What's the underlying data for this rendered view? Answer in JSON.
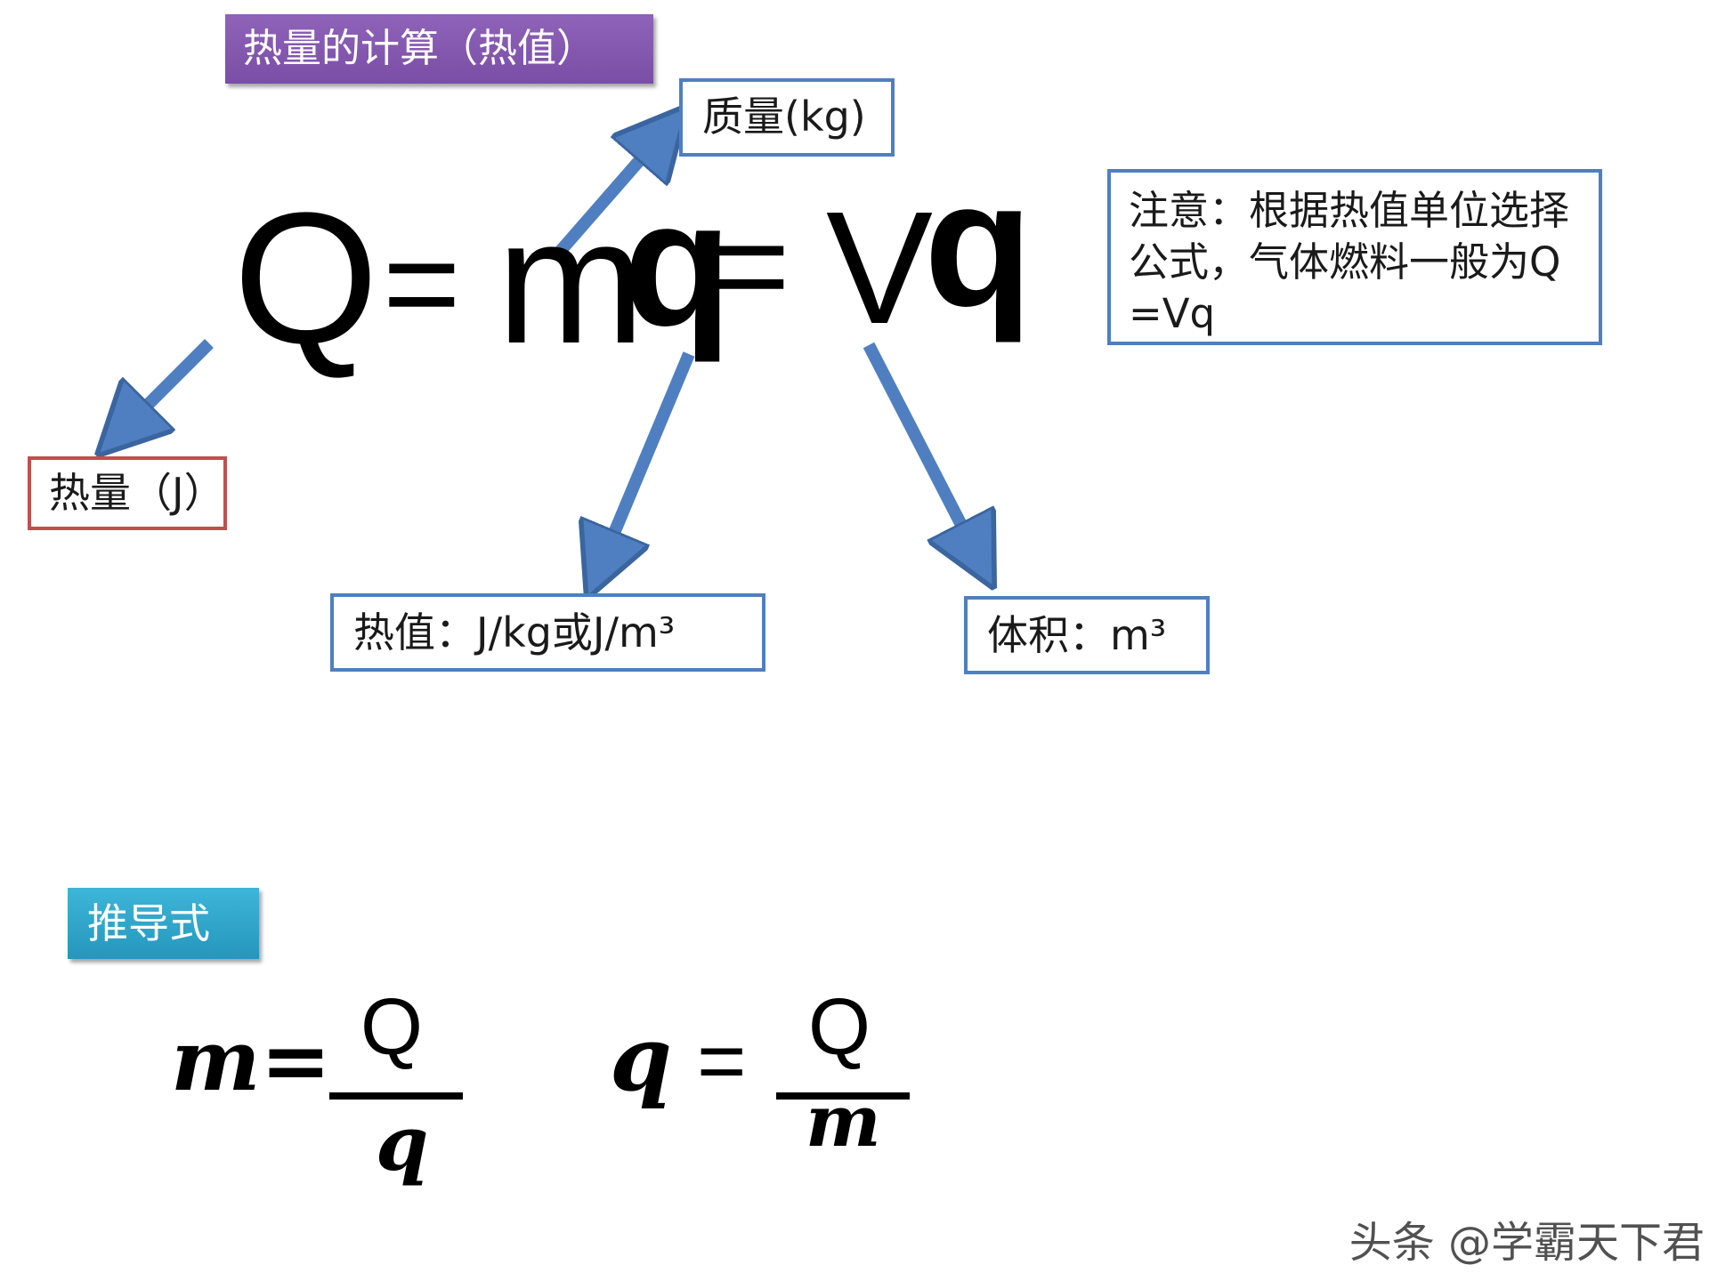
{
  "title": "热量的计算（热值）",
  "formula": {
    "lhs": "Q",
    "eq1": "=",
    "m": "m",
    "q1": "q",
    "eq2": "=",
    "V": "V",
    "q2": "q"
  },
  "labels": {
    "mass": "质量(kg)",
    "heat": "热量（J）",
    "heating_value": "热值：J/kg或J/m³",
    "volume": "体积：m³"
  },
  "note": "注意：根据热值单位选择公式，气体燃料一般为Q=Vq",
  "derive_title": "推导式",
  "derived": {
    "f1_lhs": "m=",
    "f1_num": "Q",
    "f1_den": "q",
    "f2_lhs": "q",
    "f2_eq": "=",
    "f2_num": "Q",
    "f2_den": "m"
  },
  "watermark": "头条 @学霸天下君",
  "colors": {
    "title_bg": "#7a4ea6",
    "box_border": "#4f7fc0",
    "heat_border": "#c0504d",
    "arrow": "#4f7fc0",
    "derive_bg": "#2596bd"
  }
}
